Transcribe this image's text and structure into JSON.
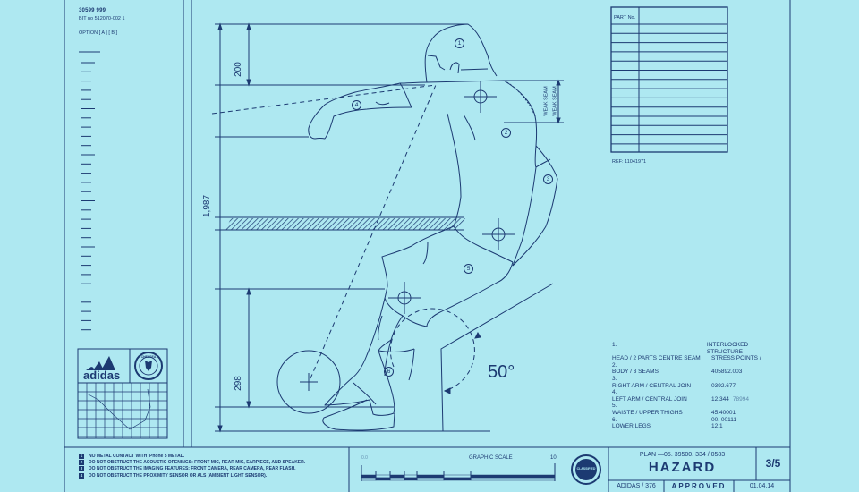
{
  "colors": {
    "background": "#aee8f1",
    "ink": "#1c3a72"
  },
  "header": {
    "code": "30599 999",
    "bit_no": "BIT no 512070-002 1",
    "option": "OPTION  [ A ]   [ B ]"
  },
  "dimensions": {
    "top": "200",
    "total": "1,987",
    "bottom": "298",
    "angle": "50°",
    "weak_seam": "WEAK SEAM"
  },
  "parts_markers": [
    "1",
    "2",
    "3",
    "4",
    "5",
    "6"
  ],
  "parts_table": {
    "header": "PART No.",
    "ref": "REF: 11041971"
  },
  "specs": [
    {
      "num": "1.",
      "label": "HEAD / 2 PARTS CENTRE SEAM",
      "value": "INTERLOCKED STRUCTURE",
      "value2": "STRESS POINTS /"
    },
    {
      "num": "2.",
      "label": "BODY / 3 SEAMS",
      "value": "405892.003"
    },
    {
      "num": "3.",
      "label": "RIGHT ARM / CENTRAL JOIN",
      "value": "0392.677"
    },
    {
      "num": "4.",
      "label": "LEFT ARM / CENTRAL JOIN",
      "value": "12.344",
      "value_faint": "78994"
    },
    {
      "num": "5.",
      "label": "WAISTE / UPPER THIGHS",
      "value": "45.40001"
    },
    {
      "num": "6.",
      "label": "LOWER LEGS",
      "value": "00. 00111",
      "value2": "12.1"
    }
  ],
  "logos": {
    "brand": "adidas",
    "club": "CHELSEA"
  },
  "notes": [
    {
      "num": "1",
      "text": "NO METAL CONTACT WITH iPhone 5 METAL."
    },
    {
      "num": "2",
      "text": "DO NOT OBSTRUCT THE ACOUSTIC OPENINGS: FRONT MIC, REAR MIC, EARPIECE, AND SPEAKER."
    },
    {
      "num": "3",
      "text": "DO NOT OBSTRUCT THE IMAGING FEATURES: FRONT CAMERA, REAR CAMERA, REAR FLASH."
    },
    {
      "num": "4",
      "text": "DO NOT OBSTRUCT THE PROXIMITY SENSOR OR ALS (AMBIENT LIGHT SENSOR)."
    }
  ],
  "scale": {
    "start": "0.0",
    "label": "GRAPHIC SCALE",
    "end": "10"
  },
  "stamp": "CLASSIFIED",
  "title_block": {
    "plan": "PLAN —05. 39500. 334 / 0583",
    "title": "HAZARD",
    "sheet": "3/5",
    "maker": "ADIDAS / 376",
    "status": "APPROVED",
    "date": "01.04.14"
  }
}
